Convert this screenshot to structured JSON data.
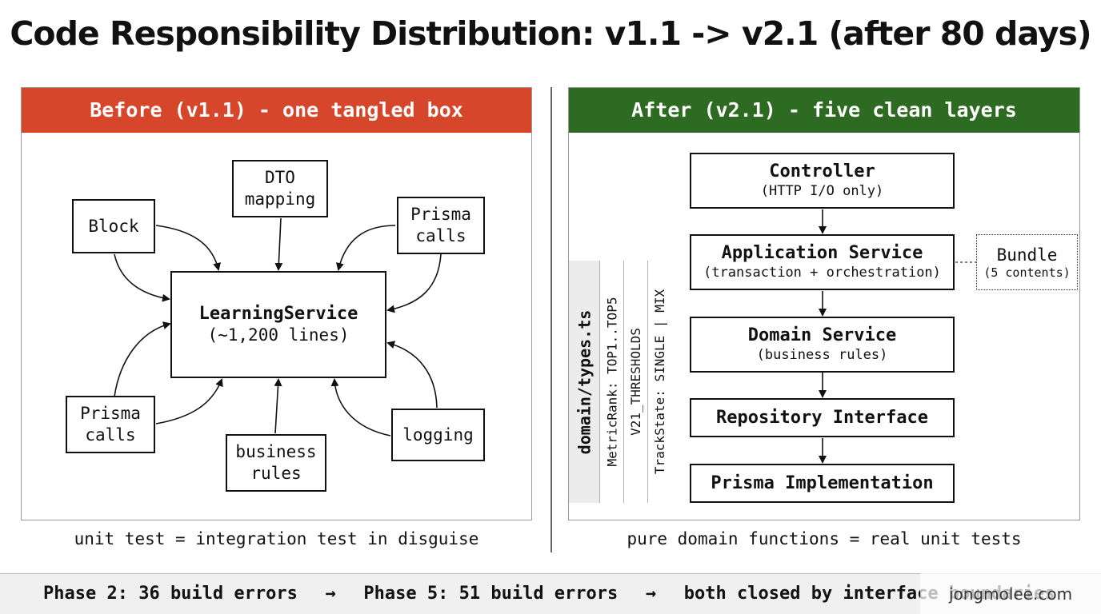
{
  "title": "Code Responsibility Distribution: v1.1 -> v2.1 (after 80 days)",
  "before": {
    "header": "Before (v1.1) - one tangled box",
    "header_color": "#d6462a",
    "center": {
      "name": "LearningService",
      "detail": "(~1,200 lines)"
    },
    "concerns": {
      "block": "Block",
      "dto": "DTO\nmapping",
      "prisma_top": "Prisma\ncalls",
      "prisma_bottom": "Prisma\ncalls",
      "business": "business\nrules",
      "logging": "logging"
    },
    "caption": "unit test = integration test in disguise"
  },
  "after": {
    "header": "After (v2.1) - five clean layers",
    "header_color": "#2e6b22",
    "layers": [
      {
        "title": "Controller",
        "subtitle": "(HTTP I/O only)"
      },
      {
        "title": "Application Service",
        "subtitle": "(transaction + orchestration)"
      },
      {
        "title": "Domain Service",
        "subtitle": "(business rules)"
      },
      {
        "title": "Repository Interface",
        "subtitle": ""
      },
      {
        "title": "Prisma Implementation",
        "subtitle": ""
      }
    ],
    "bundle": {
      "title": "Bundle",
      "subtitle": "(5 contents)"
    },
    "types": {
      "file": "domain/types.ts",
      "rows": [
        "MetricRank: TOP1..TOP5",
        "V21_THRESHOLDS",
        "TrackState: SINGLE | MIX"
      ]
    },
    "caption": "pure domain functions = real unit tests"
  },
  "footer": {
    "phase2": "Phase 2: 36 build errors",
    "phase5": "Phase 5: 51 build errors",
    "closing": "both closed by interface boundaries",
    "arrow": "→"
  },
  "watermark": "jongmolee.com"
}
